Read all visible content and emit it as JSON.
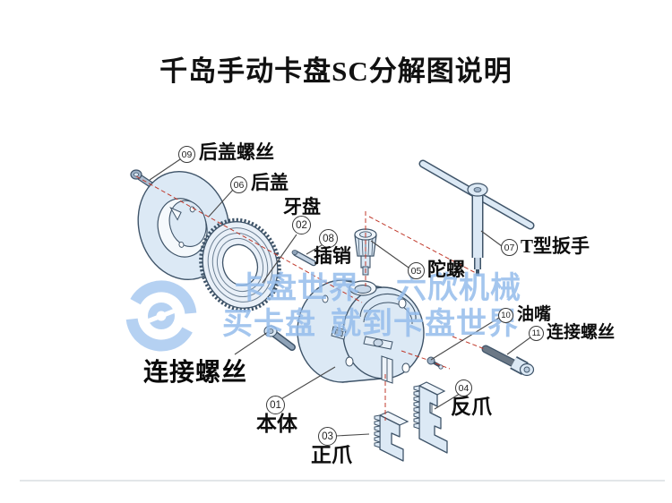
{
  "title": "千岛手动卡盘SC分解图说明",
  "big_label": "连接螺丝",
  "watermark": {
    "line1_left": "卡盘世界",
    "line1_right": "六欣机械",
    "line2_left": "买卡盘",
    "line2_right": "就到卡盘世界"
  },
  "callouts": {
    "back_cover_screw": {
      "num": "09",
      "label": "后盖螺丝"
    },
    "back_cover": {
      "num": "06",
      "label": "后盖"
    },
    "gear_plate": {
      "num": "02",
      "label": "牙盘"
    },
    "pin": {
      "num": "08",
      "label": "插销"
    },
    "bevel_pinion": {
      "num": "05",
      "label": "陀螺"
    },
    "t_wrench": {
      "num": "07",
      "label": "T型扳手"
    },
    "oil_nipple": {
      "num": "10",
      "label": "油嘴"
    },
    "connect_screw": {
      "num": "11",
      "label": "连接螺丝"
    },
    "body": {
      "num": "01",
      "label": "本体"
    },
    "forward_jaw": {
      "num": "03",
      "label": "正爪"
    },
    "reverse_jaw": {
      "num": "04",
      "label": "反爪"
    }
  },
  "colors": {
    "part_fill": "#dce9f5",
    "part_outline": "#3f5469",
    "axis_line_red": "#c0392b",
    "watermark_blue": "#94bceb",
    "leader_line": "#4a4a4a"
  }
}
